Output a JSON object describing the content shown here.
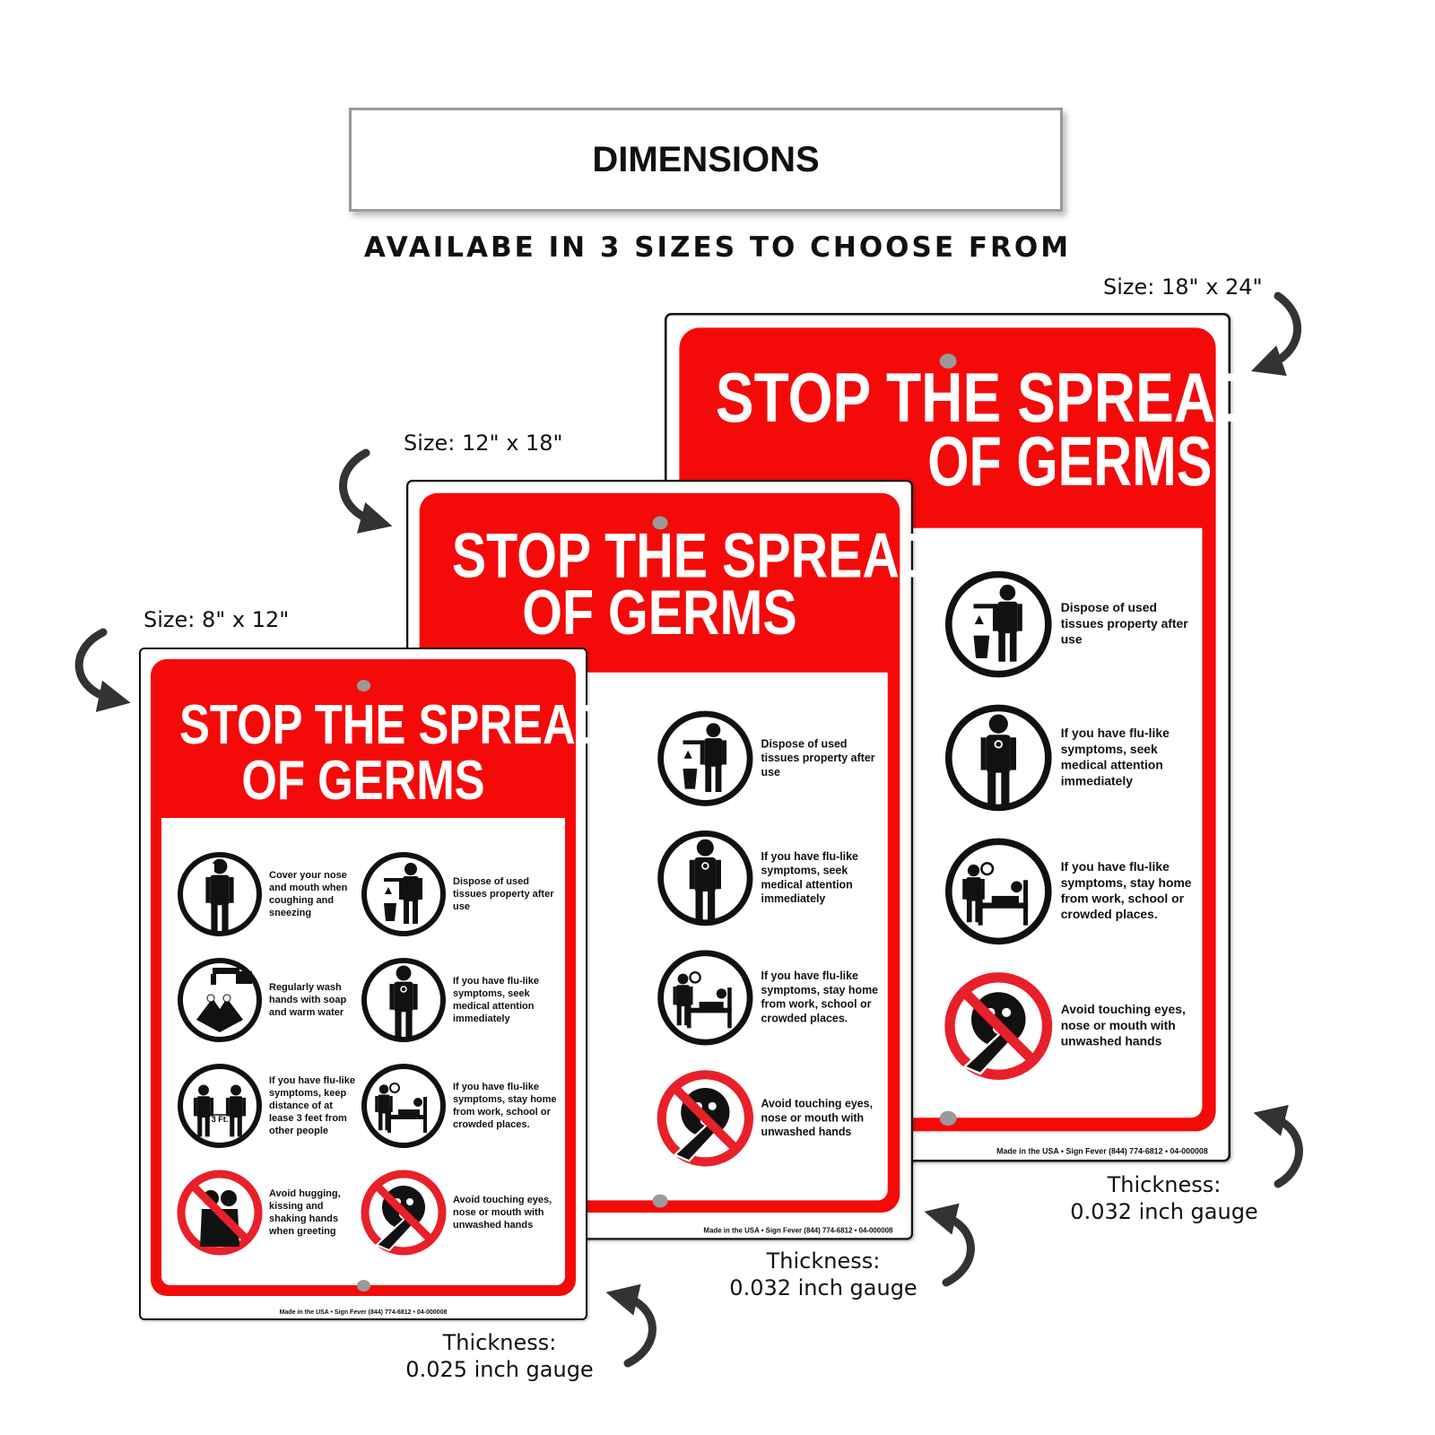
{
  "header": {
    "title": "DIMENSIONS",
    "subtitle": "AVAILABE IN 3 SIZES TO CHOOSE FROM"
  },
  "colors": {
    "sign_red": "#f50a0a",
    "arrow": "#333333"
  },
  "sign": {
    "title_line1": "STOP THE SPREAD",
    "title_line2": "OF GERMS",
    "footer": "Made in the USA • Sign Fever (844) 774-6812 • 04-000008",
    "items": [
      {
        "icon": "cover-cough-icon",
        "text": "Cover your nose and mouth when coughing and sneezing"
      },
      {
        "icon": "dispose-tissue-icon",
        "text": "Dispose of used tissues property after use"
      },
      {
        "icon": "wash-hands-icon",
        "text": "Regularly wash hands with soap and warm water"
      },
      {
        "icon": "doctor-icon",
        "text": "If you have flu-like symptoms, seek medical attention immediately"
      },
      {
        "icon": "distance-icon",
        "text": "If you have flu-like symptoms, keep distance of at lease 3 feet from other people",
        "badge": "3 Ft."
      },
      {
        "icon": "stay-home-icon",
        "text": "If you have flu-like symptoms, stay home from work, school or crowded places."
      },
      {
        "icon": "no-hugging-icon",
        "text": "Avoid hugging, kissing and shaking hands when greeting"
      },
      {
        "icon": "no-touching-face-icon",
        "text": "Avoid touching eyes, nose or mouth with unwashed hands"
      }
    ]
  },
  "sizes": [
    {
      "size": "Size: 8\" x 12\"",
      "thickness_label": "Thickness:",
      "thickness": "0.025 inch gauge"
    },
    {
      "size": "Size: 12\" x 18\"",
      "thickness_label": "Thickness:",
      "thickness": "0.032 inch gauge"
    },
    {
      "size": "Size: 18\" x 24\"",
      "thickness_label": "Thickness:",
      "thickness": "0.032 inch gauge"
    }
  ]
}
